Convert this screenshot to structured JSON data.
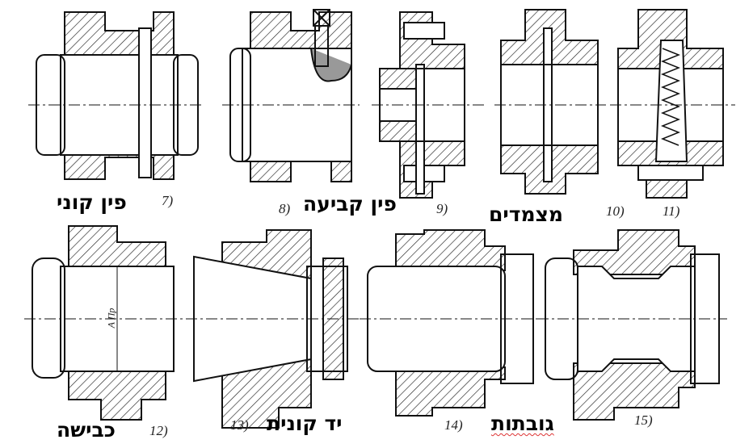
{
  "figures": [
    {
      "number": "7)",
      "label": "פין קוני"
    },
    {
      "number": "8)",
      "label": "פין קביעה"
    },
    {
      "number": "9)"
    },
    {
      "number": "10)",
      "label": "מצמדים"
    },
    {
      "number": "11)"
    },
    {
      "number": "12)",
      "label": "כבישה"
    },
    {
      "number": "13)",
      "label": "יד קונית"
    },
    {
      "number": "14)"
    },
    {
      "number": "15)",
      "label": "גובתות"
    }
  ],
  "dimension_label": "A Пр"
}
